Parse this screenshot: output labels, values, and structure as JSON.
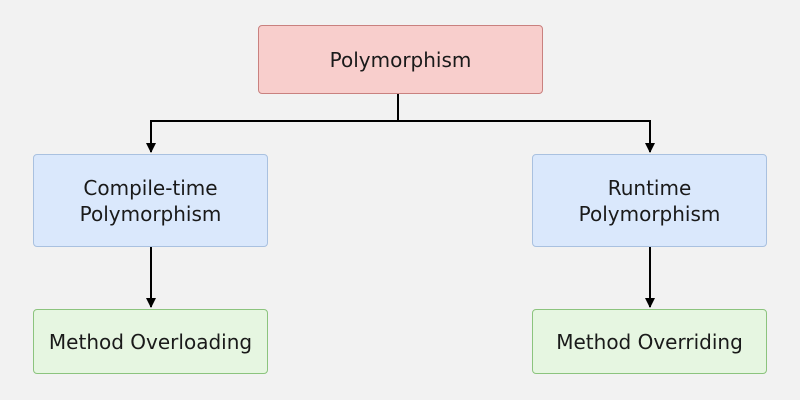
{
  "diagram": {
    "root": {
      "label": "Polymorphism"
    },
    "children": [
      {
        "label": "Compile-time\nPolymorphism",
        "child": {
          "label": "Method Overloading"
        }
      },
      {
        "label": "Runtime\nPolymorphism",
        "child": {
          "label": "Method Overriding"
        }
      }
    ]
  }
}
